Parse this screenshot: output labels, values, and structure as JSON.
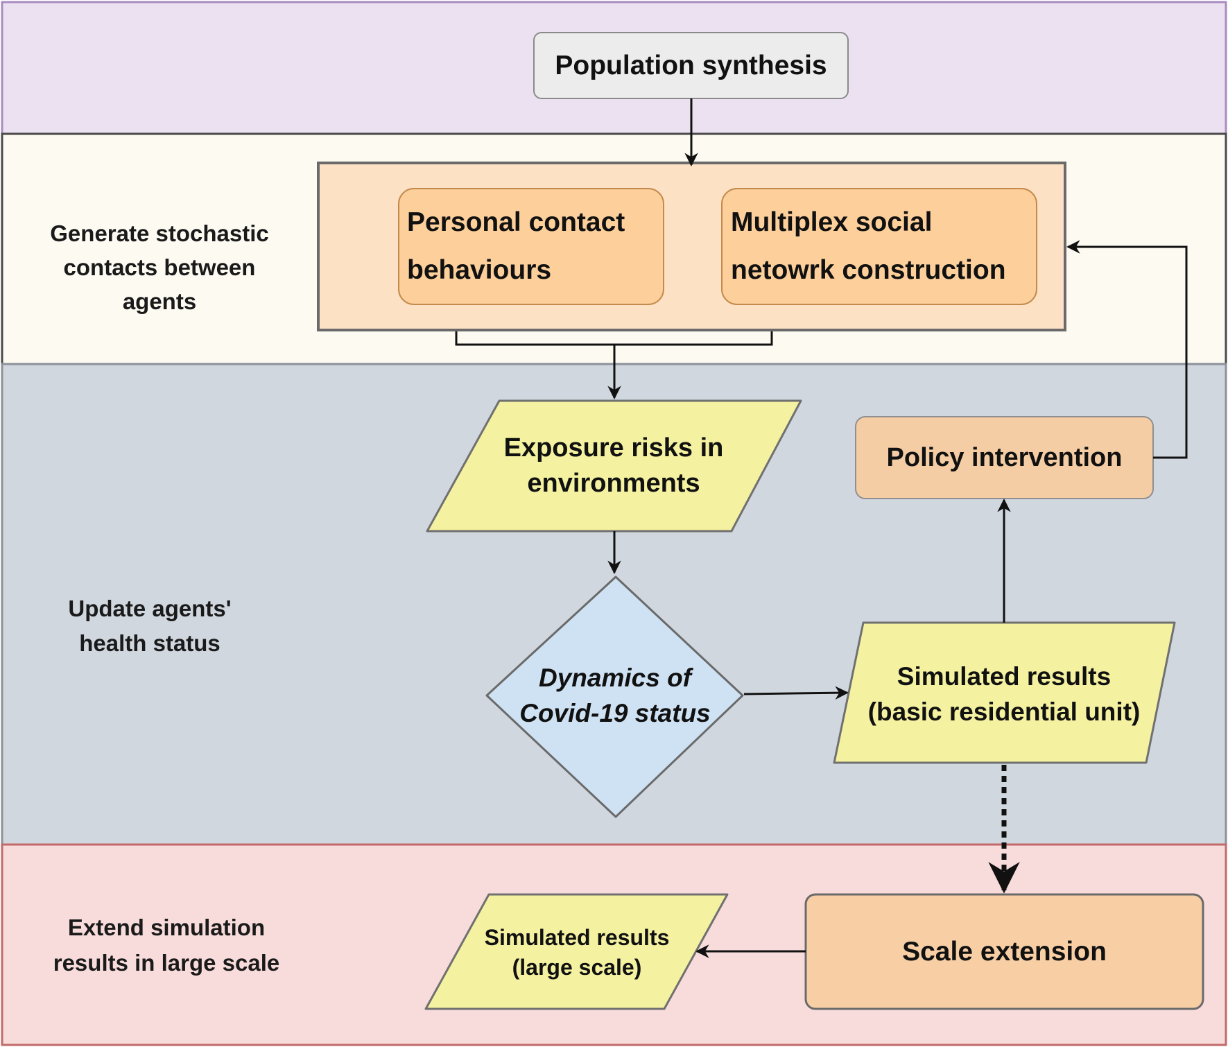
{
  "bands": {
    "population": {
      "color": "#ebe1f0",
      "border": "#a98bc0"
    },
    "contacts": {
      "color": "#fdfaf2",
      "border": "#4a4a4a",
      "label_line1": "Generate stochastic",
      "label_line2": "contacts between",
      "label_line3": "agents"
    },
    "health": {
      "color": "#d1d7df",
      "border": "#8c9099",
      "label_line1": "Update agents'",
      "label_line2": "health status"
    },
    "extend": {
      "color": "#f8dcdb",
      "border": "#c26a6a",
      "label_line1": "Extend simulation",
      "label_line2": "results in large scale"
    }
  },
  "nodes": {
    "population_synthesis": {
      "label": "Population synthesis",
      "color": "#ececec"
    },
    "contact_group": {
      "color": "#fde1c4"
    },
    "personal_contact": {
      "line1": "Personal contact",
      "line2": "behaviours",
      "color": "#fccf9b"
    },
    "multiplex_network": {
      "line1": "Multiplex social",
      "line2": "netowrk construction",
      "color": "#fccf9b"
    },
    "exposure_risks": {
      "line1": "Exposure risks in",
      "line2": "environments",
      "color": "#f4f1a0"
    },
    "policy_intervention": {
      "label": "Policy intervention",
      "color": "#f5cda5"
    },
    "dynamics_covid": {
      "line1": "Dynamics of",
      "line2": "Covid-19 status",
      "color": "#cfe2f3"
    },
    "simulated_basic": {
      "line1": "Simulated results",
      "line2": "(basic residential unit)",
      "color": "#f4f1a0"
    },
    "scale_extension": {
      "label": "Scale extension",
      "color": "#f8cfa5"
    },
    "simulated_large": {
      "line1": "Simulated results",
      "line2": "(large scale)",
      "color": "#f4f1a0"
    }
  }
}
